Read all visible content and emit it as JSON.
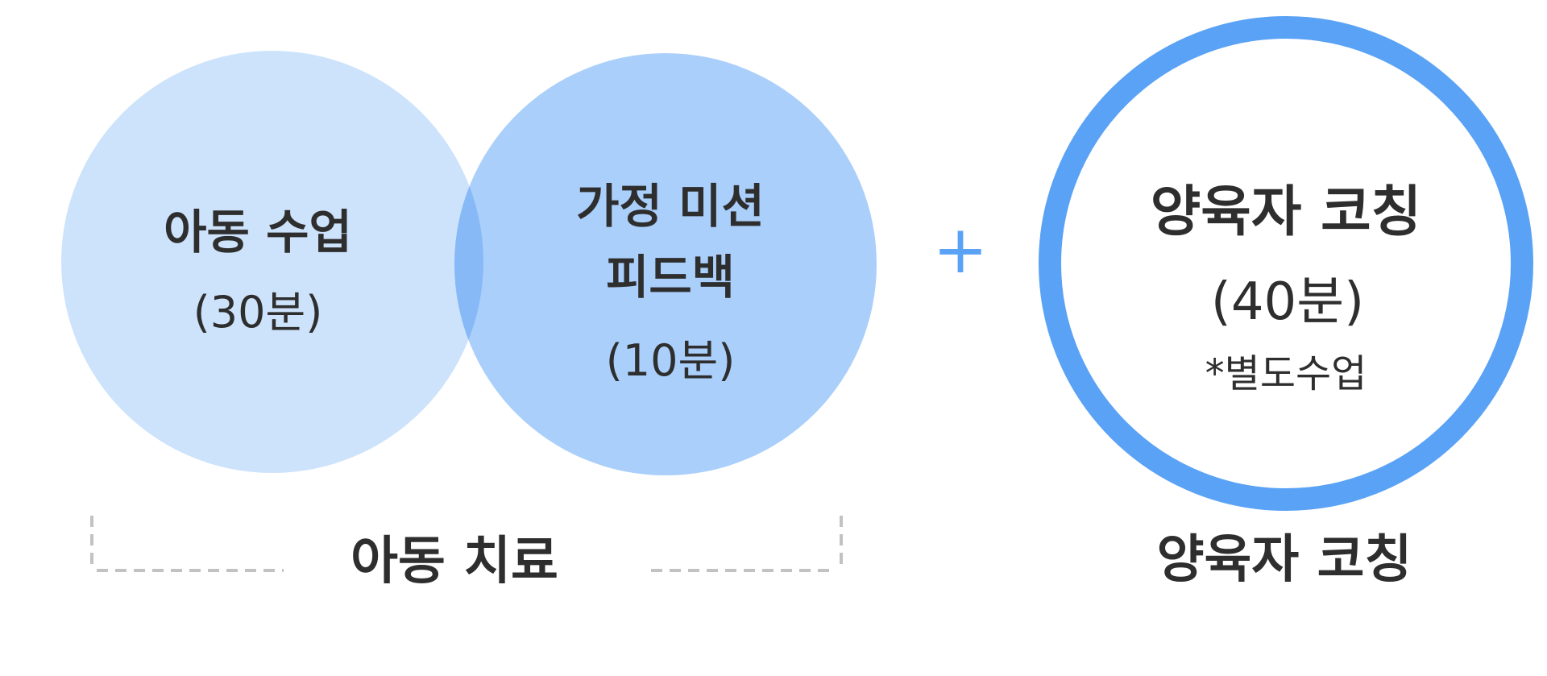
{
  "colors": {
    "circle_light": "#cde3fb",
    "circle_mid": "#aacffa",
    "circle_overlap": "#88b9f7",
    "accent_blue": "#5aa2f5",
    "text_dark": "#2e2e2e",
    "bracket_gray": "#c2c2c2"
  },
  "child_class": {
    "title": "아동 수업",
    "duration": "(30분)"
  },
  "home_mission": {
    "title_line1": "가정 미션",
    "title_line2": "피드백",
    "duration": "(10분)"
  },
  "plus_sign": "+",
  "parent_coaching": {
    "title": "양육자 코칭",
    "duration": "(40분)",
    "note": "*별도수업"
  },
  "group_labels": {
    "child_therapy": "아동 치료",
    "parent_coaching": "양육자 코칭"
  }
}
